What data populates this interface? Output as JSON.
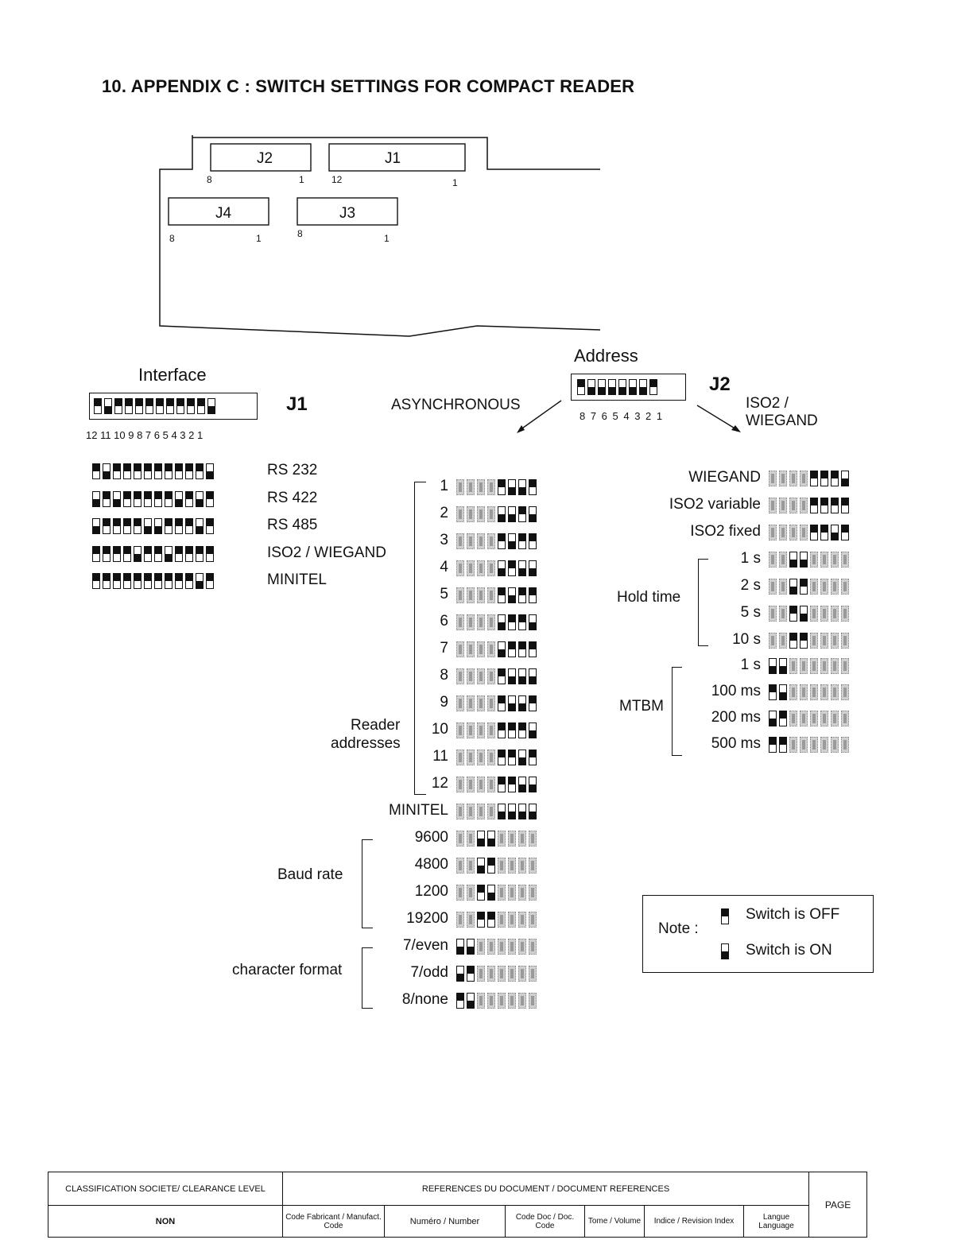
{
  "title": "10.  APPENDIX C : SWITCH SETTINGS FOR COMPACT READER",
  "board": {
    "j2": "J2",
    "j1": "J1",
    "j4": "J4",
    "j3": "J3",
    "j2_left": "8",
    "j2_right": "1",
    "j1_left": "12",
    "j1_right": "1",
    "j4_left": "8",
    "j4_right": "1",
    "j3_left": "8",
    "j3_right": "1"
  },
  "interface": {
    "heading": "Interface",
    "jlabel": "J1",
    "numbers": "12 11 10 9 8 7 6 5 4 3 2 1",
    "header_switches": [
      "off",
      "on",
      "off",
      "off",
      "off",
      "off",
      "off",
      "off",
      "off",
      "off",
      "off",
      "on"
    ],
    "rows": [
      {
        "label": "RS 232",
        "switches": [
          "off",
          "on",
          "off",
          "off",
          "off",
          "off",
          "off",
          "off",
          "off",
          "off",
          "off",
          "on"
        ]
      },
      {
        "label": "RS 422",
        "switches": [
          "on",
          "off",
          "on",
          "off",
          "off",
          "off",
          "off",
          "off",
          "on",
          "off",
          "on",
          "off"
        ]
      },
      {
        "label": "RS 485",
        "switches": [
          "on",
          "off",
          "off",
          "off",
          "off",
          "on",
          "on",
          "off",
          "off",
          "off",
          "on",
          "off"
        ]
      },
      {
        "label": "ISO2 / WIEGAND",
        "switches": [
          "off",
          "off",
          "off",
          "off",
          "on",
          "off",
          "off",
          "on",
          "off",
          "off",
          "off",
          "off"
        ]
      },
      {
        "label": "MINITEL",
        "switches": [
          "off",
          "off",
          "off",
          "off",
          "off",
          "off",
          "off",
          "off",
          "off",
          "off",
          "on",
          "off"
        ]
      }
    ]
  },
  "address": {
    "heading": "Address",
    "jlabel": "J2",
    "numbers": "8 7 6 5 4 3 2 1",
    "header_switches": [
      "off",
      "on",
      "on",
      "on",
      "on",
      "on",
      "on",
      "off"
    ],
    "async_label": "ASYNCHRONOUS",
    "iso_label_1": "ISO2 /",
    "iso_label_2": "WIEGAND"
  },
  "async": {
    "reader_group_1": "Reader",
    "reader_group_2": "addresses",
    "baud_group": "Baud rate",
    "char_group": "character format",
    "rows": [
      {
        "label": "1",
        "switches": [
          "x",
          "x",
          "x",
          "x",
          "off",
          "on",
          "on",
          "off"
        ]
      },
      {
        "label": "2",
        "switches": [
          "x",
          "x",
          "x",
          "x",
          "on",
          "on",
          "off",
          "on"
        ]
      },
      {
        "label": "3",
        "switches": [
          "x",
          "x",
          "x",
          "x",
          "off",
          "on",
          "off",
          "off"
        ]
      },
      {
        "label": "4",
        "switches": [
          "x",
          "x",
          "x",
          "x",
          "on",
          "off",
          "on",
          "on"
        ]
      },
      {
        "label": "5",
        "switches": [
          "x",
          "x",
          "x",
          "x",
          "off",
          "on",
          "off",
          "off"
        ]
      },
      {
        "label": "6",
        "switches": [
          "x",
          "x",
          "x",
          "x",
          "on",
          "off",
          "off",
          "on"
        ]
      },
      {
        "label": "7",
        "switches": [
          "x",
          "x",
          "x",
          "x",
          "on",
          "off",
          "off",
          "off"
        ]
      },
      {
        "label": "8",
        "switches": [
          "x",
          "x",
          "x",
          "x",
          "off",
          "on",
          "on",
          "on"
        ]
      },
      {
        "label": "9",
        "switches": [
          "x",
          "x",
          "x",
          "x",
          "off",
          "on",
          "on",
          "off"
        ]
      },
      {
        "label": "10",
        "switches": [
          "x",
          "x",
          "x",
          "x",
          "off",
          "off",
          "off",
          "on"
        ]
      },
      {
        "label": "11",
        "switches": [
          "x",
          "x",
          "x",
          "x",
          "off",
          "off",
          "on",
          "off"
        ]
      },
      {
        "label": "12",
        "switches": [
          "x",
          "x",
          "x",
          "x",
          "off",
          "off",
          "on",
          "on"
        ]
      },
      {
        "label": "MINITEL",
        "switches": [
          "x",
          "x",
          "x",
          "x",
          "on",
          "on",
          "on",
          "on"
        ]
      },
      {
        "label": "9600",
        "switches": [
          "x",
          "x",
          "on",
          "on",
          "x",
          "x",
          "x",
          "x"
        ]
      },
      {
        "label": "4800",
        "switches": [
          "x",
          "x",
          "on",
          "off",
          "x",
          "x",
          "x",
          "x"
        ]
      },
      {
        "label": "1200",
        "switches": [
          "x",
          "x",
          "off",
          "on",
          "x",
          "x",
          "x",
          "x"
        ]
      },
      {
        "label": "19200",
        "switches": [
          "x",
          "x",
          "off",
          "off",
          "x",
          "x",
          "x",
          "x"
        ]
      },
      {
        "label": "7/even",
        "switches": [
          "on",
          "on",
          "x",
          "x",
          "x",
          "x",
          "x",
          "x"
        ]
      },
      {
        "label": "7/odd",
        "switches": [
          "on",
          "off",
          "x",
          "x",
          "x",
          "x",
          "x",
          "x"
        ]
      },
      {
        "label": "8/none",
        "switches": [
          "off",
          "on",
          "x",
          "x",
          "x",
          "x",
          "x",
          "x"
        ]
      }
    ]
  },
  "iso": {
    "hold_group": "Hold time",
    "mtbm_group": "MTBM",
    "rows": [
      {
        "label": "WIEGAND",
        "switches": [
          "x",
          "x",
          "x",
          "x",
          "off",
          "off",
          "off",
          "on"
        ]
      },
      {
        "label": "ISO2 variable",
        "switches": [
          "x",
          "x",
          "x",
          "x",
          "off",
          "off",
          "off",
          "off"
        ]
      },
      {
        "label": "ISO2 fixed",
        "switches": [
          "x",
          "x",
          "x",
          "x",
          "off",
          "off",
          "on",
          "off"
        ]
      },
      {
        "label": "1 s",
        "switches": [
          "x",
          "x",
          "on",
          "on",
          "x",
          "x",
          "x",
          "x"
        ]
      },
      {
        "label": "2 s",
        "switches": [
          "x",
          "x",
          "on",
          "off",
          "x",
          "x",
          "x",
          "x"
        ]
      },
      {
        "label": "5 s",
        "switches": [
          "x",
          "x",
          "off",
          "on",
          "x",
          "x",
          "x",
          "x"
        ]
      },
      {
        "label": "10 s",
        "switches": [
          "x",
          "x",
          "off",
          "off",
          "x",
          "x",
          "x",
          "x"
        ]
      },
      {
        "label": "1 s",
        "switches": [
          "on",
          "on",
          "x",
          "x",
          "x",
          "x",
          "x",
          "x"
        ]
      },
      {
        "label": "100 ms",
        "switches": [
          "off",
          "on",
          "x",
          "x",
          "x",
          "x",
          "x",
          "x"
        ]
      },
      {
        "label": "200 ms",
        "switches": [
          "on",
          "off",
          "x",
          "x",
          "x",
          "x",
          "x",
          "x"
        ]
      },
      {
        "label": "500 ms",
        "switches": [
          "off",
          "off",
          "x",
          "x",
          "x",
          "x",
          "x",
          "x"
        ]
      }
    ]
  },
  "note": {
    "label": "Note :",
    "off": "Switch is OFF",
    "on": "Switch is ON"
  },
  "footer": {
    "classification": "CLASSIFICATION SOCIETE/ CLEARANCE LEVEL",
    "classification_value": "NON",
    "refs": "REFERENCES DU DOCUMENT / DOCUMENT REFERENCES",
    "manuf": "Code Fabricant / Manufact. Code",
    "number": "Numéro / Number",
    "doccode": "Code Doc / Doc. Code",
    "volume": "Tome / Volume",
    "revision": "Indice / Revision Index",
    "language": "Langue Language",
    "page": "PAGE"
  }
}
